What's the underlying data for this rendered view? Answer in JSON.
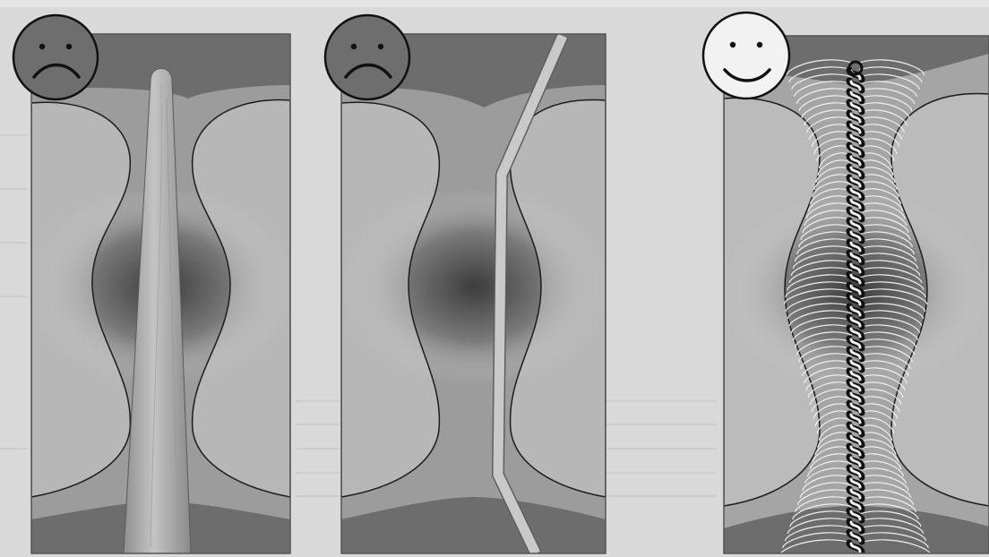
{
  "panels": [
    {
      "id": "panel-1",
      "face": "sad",
      "insert": "tapered-plug"
    },
    {
      "id": "panel-2",
      "face": "sad",
      "insert": "thin-bent-strand"
    },
    {
      "id": "panel-3",
      "face": "happy",
      "insert": "braided-core-with-fibers"
    }
  ],
  "colors": {
    "background": "#d9d9d9",
    "panel_dark": "#6b6b6b",
    "panel_mid": "#9a9a9a",
    "panel_light": "#c9c9c9",
    "face_sad": "#6e6e6e",
    "face_happy": "#f2f2f2",
    "outline": "#1a1a1a"
  },
  "icons": [
    "sad-face-icon",
    "sad-face-icon",
    "happy-face-icon"
  ]
}
